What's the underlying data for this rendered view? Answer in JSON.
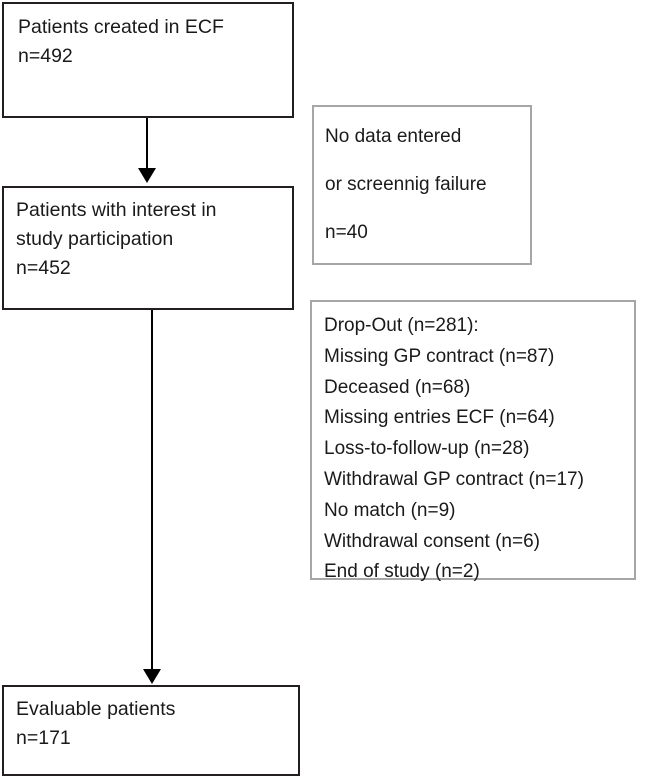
{
  "diagram": {
    "type": "study-participant-flowchart",
    "nodes": {
      "created": {
        "label": "Patients created in ECF",
        "count_label": "n=492",
        "count": 492
      },
      "interest": {
        "label_line1": "Patients with interest in",
        "label_line2": "study participation",
        "count_label": "n=452",
        "count": 452
      },
      "evaluable": {
        "label": "Evaluable patients",
        "count_label": "n=171",
        "count": 171
      },
      "excluded_screening": {
        "label_line1": "No data entered",
        "label_line2": "or screennig failure",
        "count_label": "n=40",
        "count": 40
      },
      "dropout": {
        "header": "Drop-Out (n=281):",
        "total": 281,
        "reasons": [
          {
            "text": "Missing GP contract (n=87)",
            "reason": "Missing GP contract",
            "n": 87
          },
          {
            "text": "Deceased (n=68)",
            "reason": "Deceased",
            "n": 68
          },
          {
            "text": "Missing entries ECF (n=64)",
            "reason": "Missing entries ECF",
            "n": 64
          },
          {
            "text": "Loss-to-follow-up (n=28)",
            "reason": "Loss-to-follow-up",
            "n": 28
          },
          {
            "text": "Withdrawal GP contract (n=17)",
            "reason": "Withdrawal GP contract",
            "n": 17
          },
          {
            "text": "No match (n=9)",
            "reason": "No match",
            "n": 9
          },
          {
            "text": "Withdrawal consent (n=6)",
            "reason": "Withdrawal consent",
            "n": 6
          },
          {
            "text": "End of study (n=2)",
            "reason": "End of study",
            "n": 2
          }
        ]
      }
    },
    "colors": {
      "box_border_dark": "#231f20",
      "box_border_light": "#a6a6a6",
      "text": "#1a1a1a",
      "arrow": "#000000",
      "background": "#ffffff"
    }
  }
}
